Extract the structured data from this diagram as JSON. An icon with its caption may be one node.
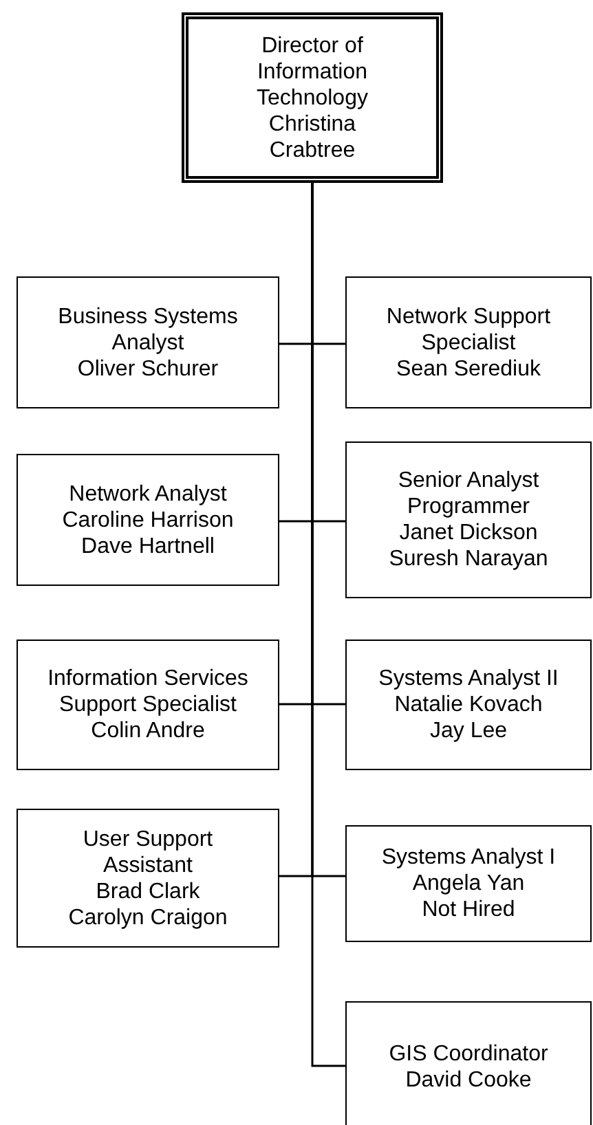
{
  "diagram": {
    "nodes": [
      {
        "text": [
          "Director of Information Technology",
          "Christina Crabtree"
        ]
      },
      {
        "text": [
          "Business Systems Analyst",
          "Oliver Schurer"
        ]
      },
      {
        "text": [
          "Network Support Specialist",
          "Sean Serediuk"
        ]
      },
      {
        "text": [
          "Network Analyst",
          "Caroline Harrison",
          "Dave Hartnell"
        ]
      },
      {
        "text": [
          "Senior Analyst Programmer",
          "Janet Dickson",
          "Suresh Narayan"
        ]
      },
      {
        "text": [
          "Information Services Support Specialist",
          "Colin Andre"
        ]
      },
      {
        "text": [
          "Systems Analyst II",
          "Natalie Kovach",
          "Jay Lee"
        ]
      },
      {
        "text": [
          "User Support Assistant",
          "Brad Clark",
          "Carolyn Craigon"
        ]
      },
      {
        "text": [
          "Systems Analyst I",
          "Angela Yan",
          "Not Hired"
        ]
      },
      {
        "text": [
          "GIS Coordinator",
          "David Cooke"
        ]
      }
    ],
    "edges": [
      {
        "from": 0,
        "to": 1,
        "arrow": "none"
      },
      {
        "from": 0,
        "to": 2,
        "arrow": "none"
      },
      {
        "from": 0,
        "to": 3,
        "arrow": "none"
      },
      {
        "from": 0,
        "to": 4,
        "arrow": "none"
      },
      {
        "from": 0,
        "to": 5,
        "arrow": "none"
      },
      {
        "from": 0,
        "to": 6,
        "arrow": "none"
      },
      {
        "from": 0,
        "to": 7,
        "arrow": "none"
      },
      {
        "from": 0,
        "to": 8,
        "arrow": "none"
      },
      {
        "from": 0,
        "to": 9,
        "arrow": "none"
      }
    ]
  }
}
